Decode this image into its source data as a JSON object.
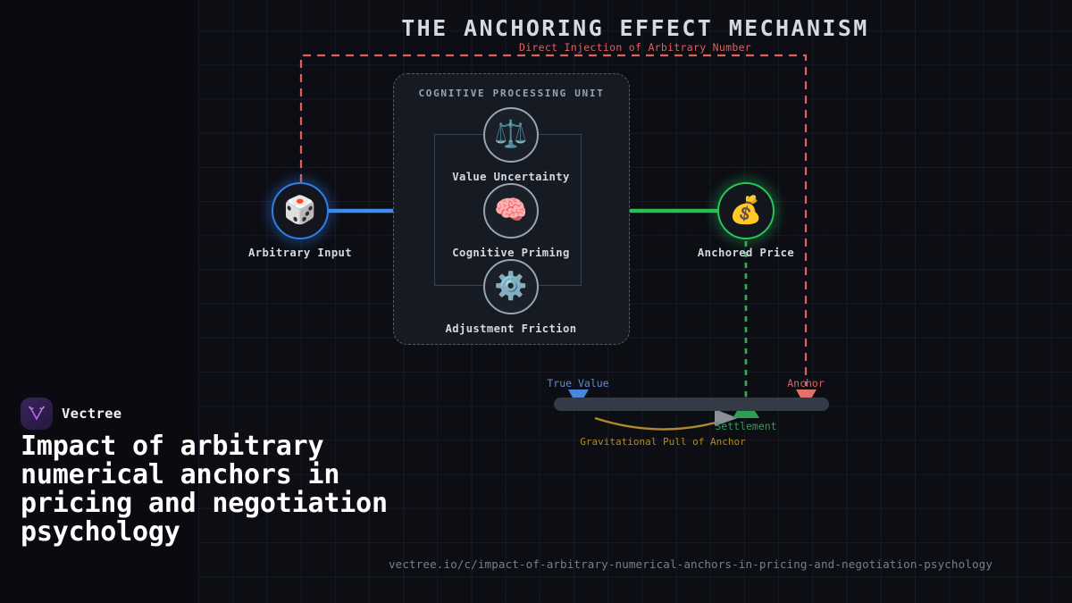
{
  "header": {
    "title": "THE ANCHORING EFFECT MECHANISM",
    "subtitle": "Direct Injection of Arbitrary Number"
  },
  "diagram": {
    "cpu": {
      "label": "COGNITIVE PROCESSING UNIT",
      "nodes": [
        {
          "id": "value-uncertainty",
          "label": "Value Uncertainty",
          "icon": "scales-icon",
          "glyph": "⚖️"
        },
        {
          "id": "cognitive-priming",
          "label": "Cognitive Priming",
          "icon": "brain-icon",
          "glyph": "🧠"
        },
        {
          "id": "adjustment-friction",
          "label": "Adjustment Friction",
          "icon": "gear-icon",
          "glyph": "⚙️"
        }
      ]
    },
    "input_node": {
      "label": "Arbitrary Input",
      "icon": "dice-icon",
      "glyph": "🎲",
      "color": "#2f7fe8"
    },
    "output_node": {
      "label": "Anchored Price",
      "icon": "money-bag-icon",
      "glyph": "💰",
      "color": "#27c65a"
    },
    "injection_path_color": "#e0605e"
  },
  "scale": {
    "markers": [
      {
        "id": "true-value",
        "label": "True Value",
        "color": "#5b8dd9",
        "position_pct": 9
      },
      {
        "id": "settlement",
        "label": "Settlement",
        "color": "#2f9e52",
        "position_pct": 70
      },
      {
        "id": "anchor",
        "label": "Anchor",
        "color": "#e0605e",
        "position_pct": 92
      }
    ],
    "pull_label": "Gravitational Pull of Anchor",
    "pull_color": "#b08a2a"
  },
  "branding": {
    "logo_icon": "vectree-logo-icon",
    "name": "Vectree",
    "headline": "Impact of arbitrary numerical anchors in pricing and negotiation psychology",
    "url": "vectree.io/c/impact-of-arbitrary-numerical-anchors-in-pricing-and-negotiation-psychology"
  }
}
